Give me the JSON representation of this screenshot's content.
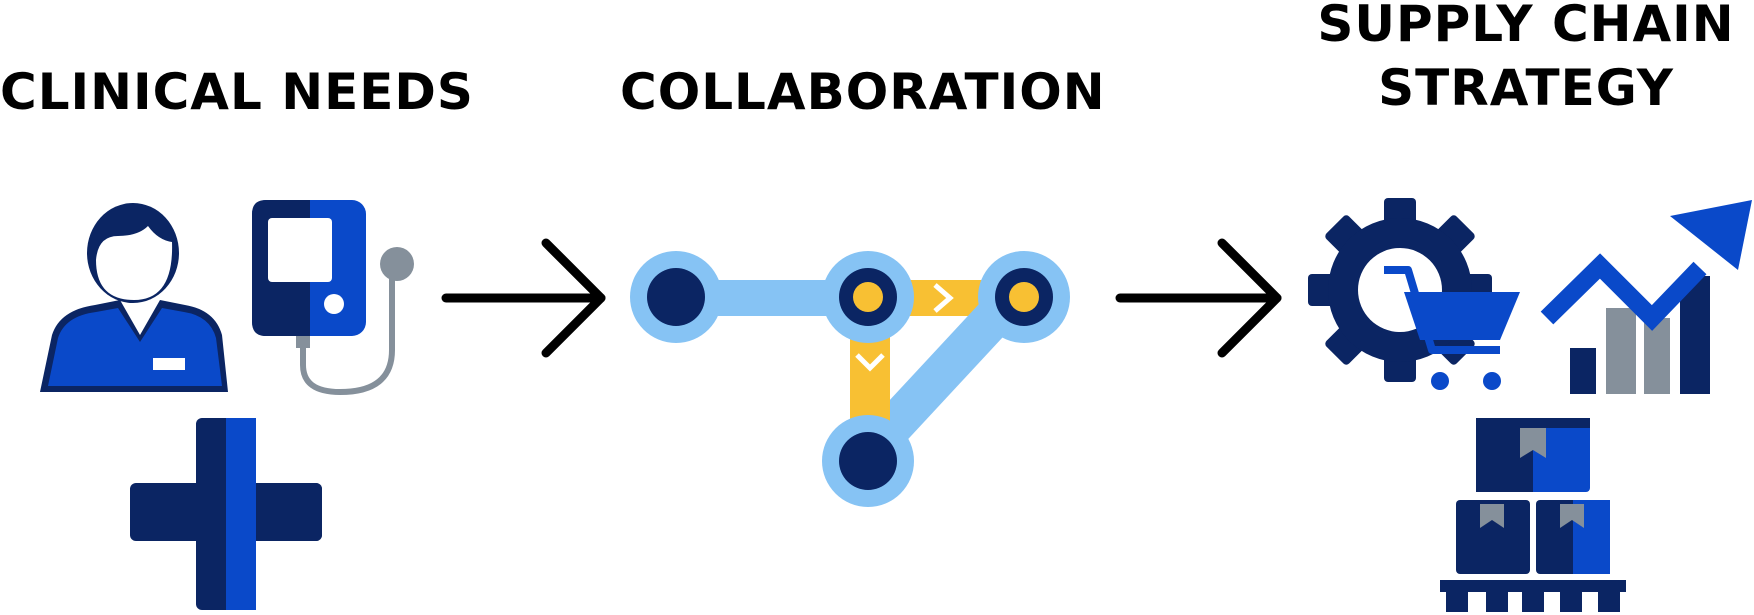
{
  "headings": {
    "clinical_needs": "CLINICAL NEEDS",
    "collaboration": "COLLABORATION",
    "supply_chain_line1": "SUPPLY CHAIN",
    "supply_chain_line2": "STRATEGY"
  },
  "colors": {
    "navy": "#0b2563",
    "blue": "#0a49c9",
    "light_blue": "#86c3f4",
    "yellow": "#f8c033",
    "gray": "#85909b",
    "black": "#000000"
  },
  "icons": [
    "clinician-icon",
    "medical-device-icon",
    "medical-cross-icon",
    "network-nodes-icon",
    "gear-cart-icon",
    "growth-chart-icon",
    "stacked-boxes-icon",
    "arrow-right-icon"
  ]
}
